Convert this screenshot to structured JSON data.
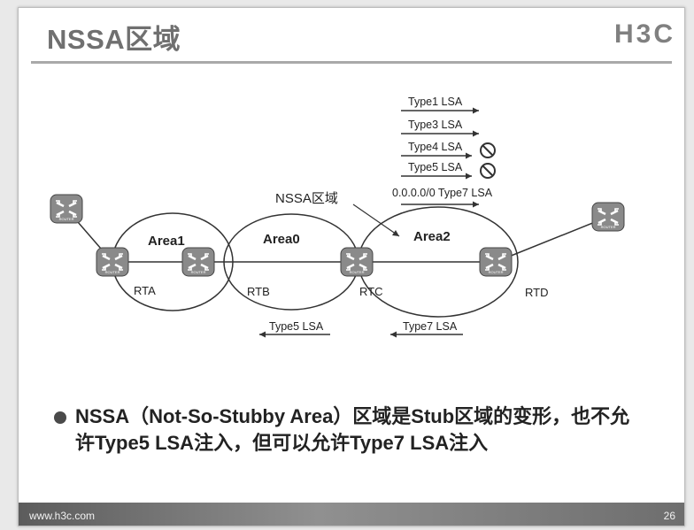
{
  "slide": {
    "title": "NSSA区域",
    "logo": "H3C",
    "footer_url": "www.h3c.com",
    "page_number": "26"
  },
  "diagram": {
    "lsa_list": [
      "Type1 LSA",
      "Type3 LSA",
      "Type4 LSA",
      "Type5 LSA",
      "0.0.0.0/0 Type7 LSA"
    ],
    "nssa_label": "NSSA区域",
    "areas": [
      "Area1",
      "Area0",
      "Area2"
    ],
    "routers": [
      "RTA",
      "RTB",
      "RTC",
      "RTD"
    ],
    "router_icon_text": "ROUTER",
    "bottom_lsa_left": "Type5 LSA",
    "bottom_lsa_right": "Type7 LSA"
  },
  "bullet": {
    "text": "NSSA（Not-So-Stubby Area）区域是Stub区域的变形，也不允许Type5 LSA注入，但可以允许Type7 LSA注入"
  },
  "colors": {
    "router_fill": "#8a8a8a",
    "line": "#333333"
  },
  "icons": [
    "router-icon",
    "prohibited-icon",
    "arrow-right-icon",
    "arrow-left-icon",
    "bullet-dot-icon"
  ]
}
